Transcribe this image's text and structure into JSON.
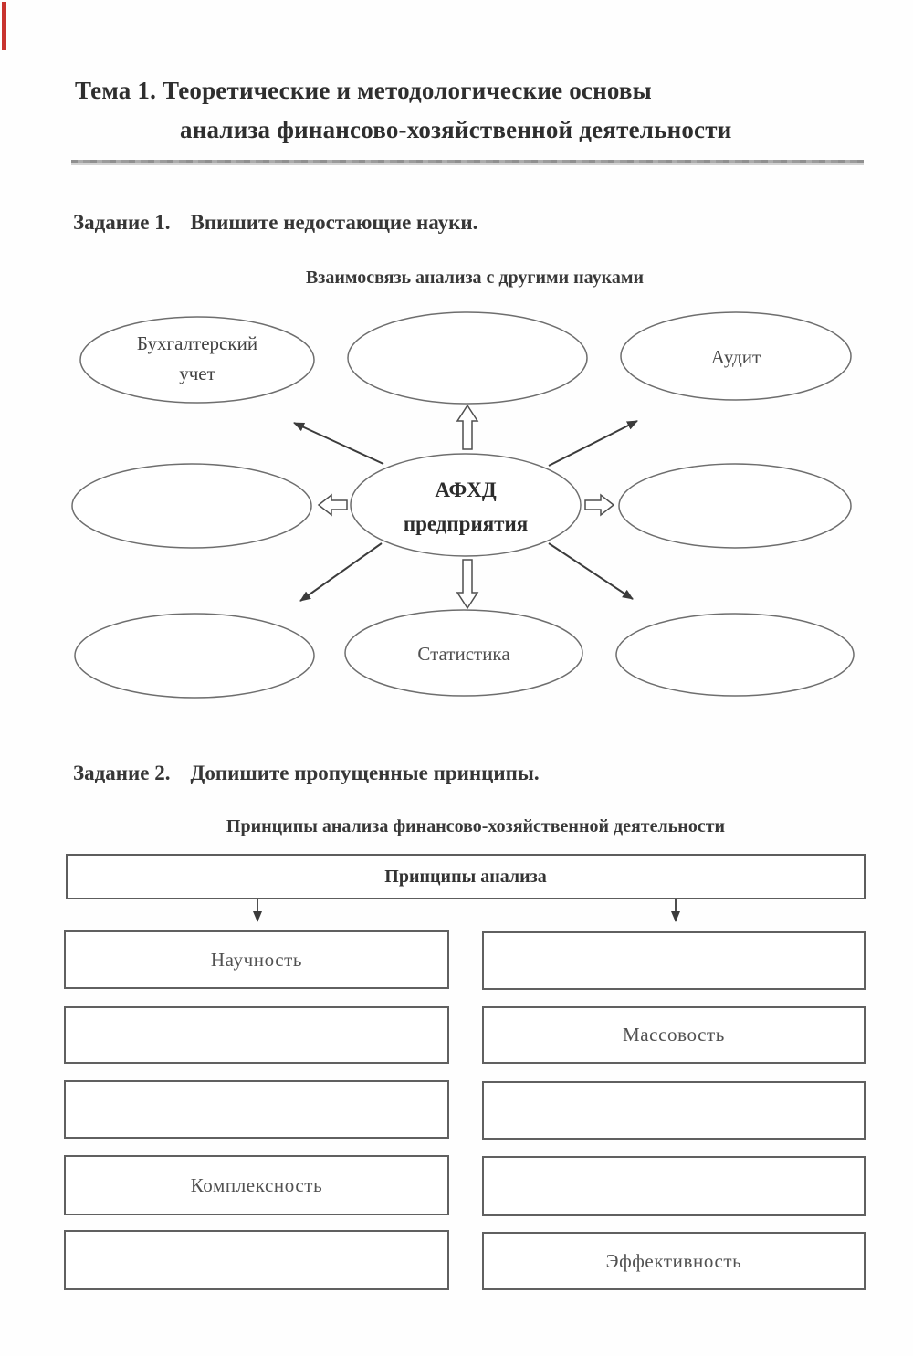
{
  "page": {
    "title_line1": "Тема 1. Теоретические и методологические основы",
    "title_line2": "анализа финансово-хозяйственной деятельности"
  },
  "task1": {
    "label": "Задание 1.",
    "text": "Впишите недостающие науки."
  },
  "diagram1": {
    "title": "Взаимосвязь анализа с другими науками",
    "center": {
      "line1": "АФХД",
      "line2": "предприятия"
    },
    "ellipses": {
      "top_left_line1": "Бухгалтерский",
      "top_left_line2": "учет",
      "top_middle": "",
      "top_right": "Аудит",
      "middle_left": "",
      "middle_right": "",
      "bottom_left": "",
      "bottom_middle": "Статистика",
      "bottom_right": ""
    }
  },
  "task2": {
    "label": "Задание 2.",
    "text": "Допишите пропущенные принципы."
  },
  "diagram2": {
    "title": "Принципы анализа финансово-хозяйственной деятельности",
    "root": "Принципы анализа",
    "left_column": [
      "Научность",
      "",
      "",
      "Комплексность",
      ""
    ],
    "right_column": [
      "",
      "Массовость",
      "",
      "",
      "Эффективность"
    ]
  },
  "colors": {
    "ink": "#2e2e2e",
    "line": "#6e6e6e",
    "accent_mark": "#c8332e"
  }
}
